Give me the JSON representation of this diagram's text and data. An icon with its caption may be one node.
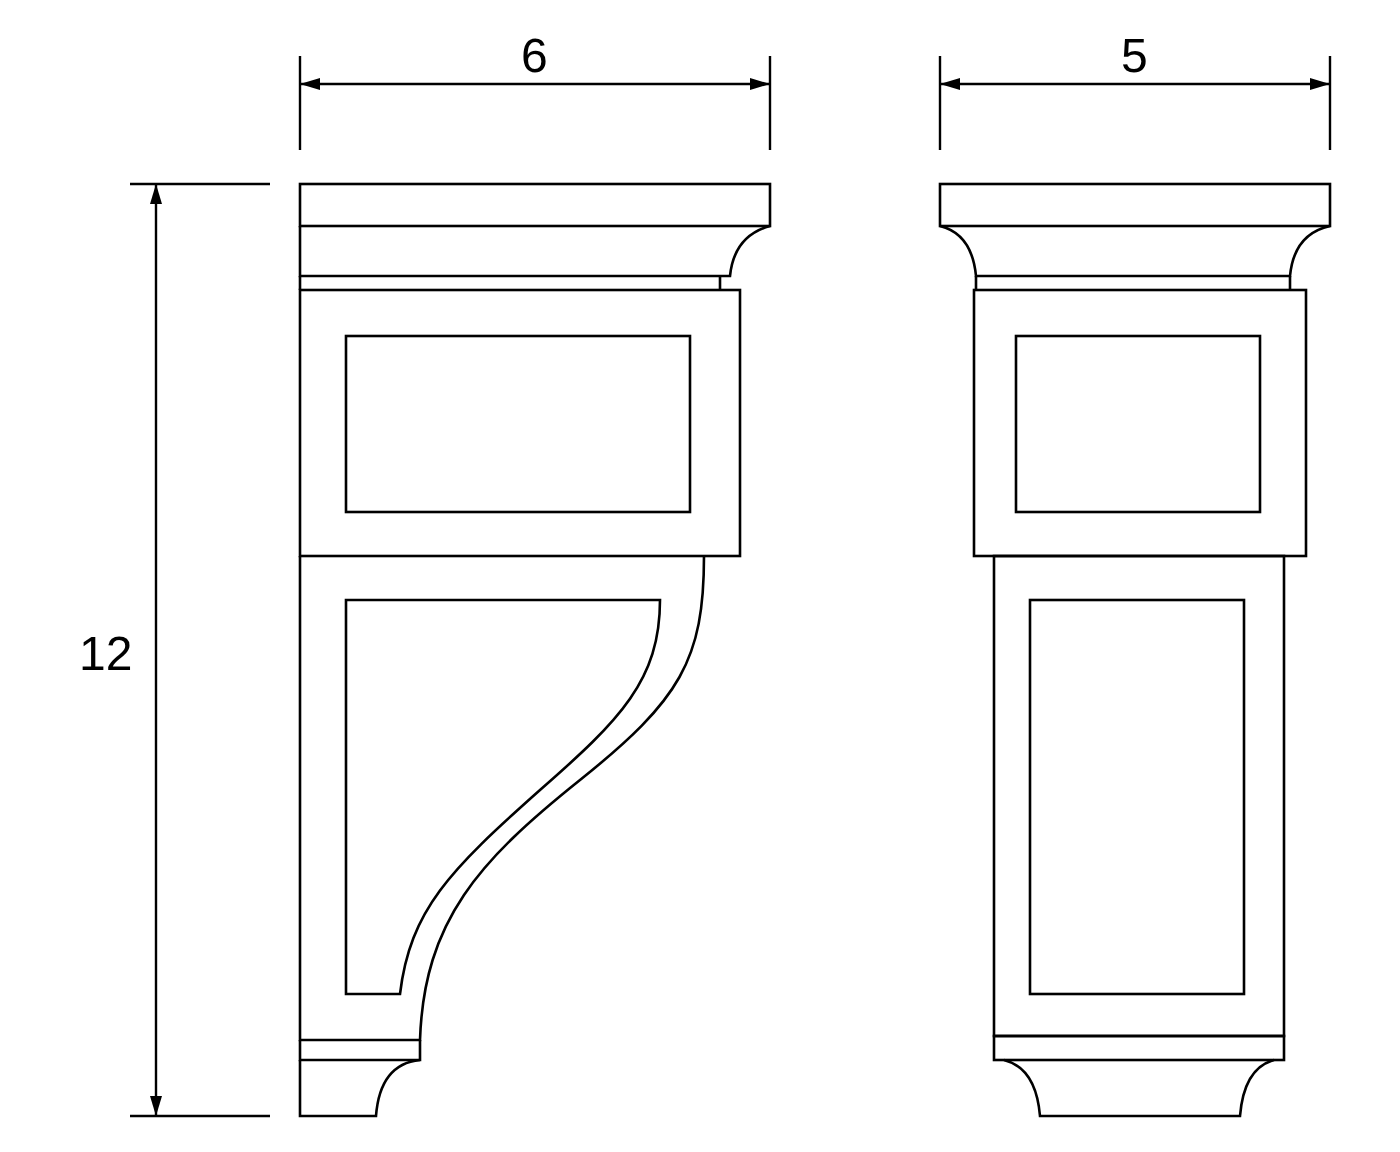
{
  "diagram": {
    "labels": [
      "6",
      "5",
      "12"
    ]
  }
}
